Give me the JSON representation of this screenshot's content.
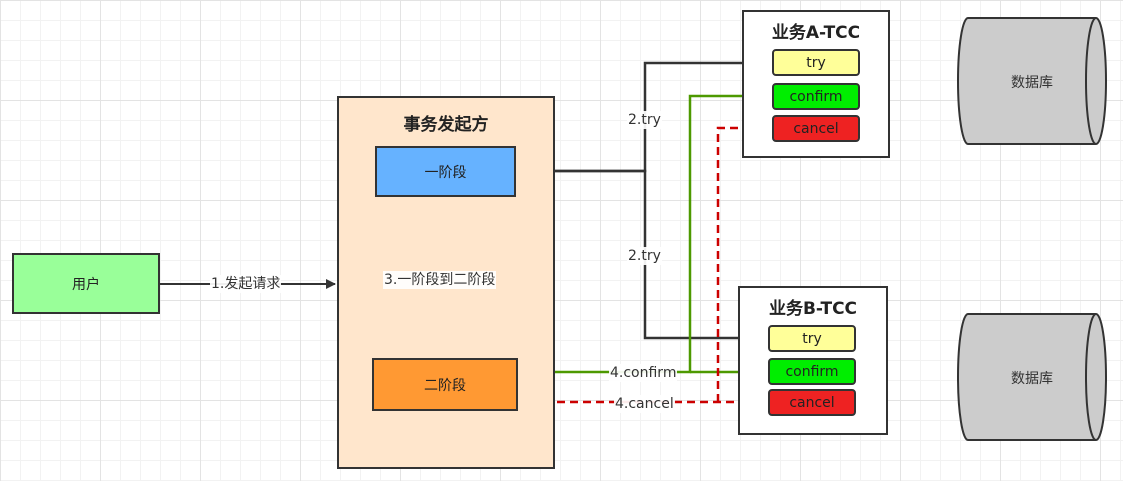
{
  "user": {
    "label": "用户"
  },
  "initiator": {
    "title": "事务发起方",
    "phase1": "一阶段",
    "phase2": "二阶段"
  },
  "service_a": {
    "title": "业务A-TCC",
    "try": "try",
    "confirm": "confirm",
    "cancel": "cancel"
  },
  "service_b": {
    "title": "业务B-TCC",
    "try": "try",
    "confirm": "confirm",
    "cancel": "cancel"
  },
  "database_a": {
    "label": "数据库"
  },
  "database_b": {
    "label": "数据库"
  },
  "edges": {
    "start_request": "1.发起请求",
    "phase_transition": "3.一阶段到二阶段",
    "try_a": "2.try",
    "try_b": "2.try",
    "confirm": "4.confirm",
    "cancel": "4.cancel"
  },
  "colors": {
    "user_fill": "#99ff99",
    "initiator_fill": "#ffe6cc",
    "phase1_fill": "#66b2ff",
    "phase2_fill": "#ff9933",
    "try_fill": "#ffff99",
    "confirm_fill": "#00ee00",
    "cancel_fill": "#ee2222",
    "confirm_line": "#4d9900",
    "cancel_line": "#cc0000",
    "db_fill": "#cccccc"
  }
}
